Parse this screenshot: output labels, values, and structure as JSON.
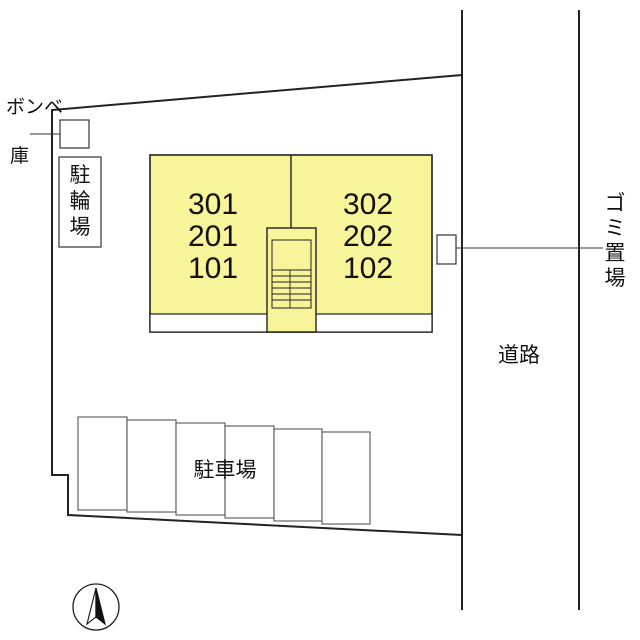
{
  "labels": {
    "gas_cylinder_storage": "ボンベ庫",
    "bicycle_parking": "駐輪場",
    "garbage_area": "ゴミ置場",
    "road": "道路",
    "parking": "駐車場"
  },
  "units": {
    "left": [
      "301",
      "201",
      "101"
    ],
    "right": [
      "302",
      "202",
      "102"
    ]
  },
  "colors": {
    "building_fill": "#f7f49a",
    "line": "#222222"
  },
  "icons": {
    "north": "north-arrow-icon"
  }
}
